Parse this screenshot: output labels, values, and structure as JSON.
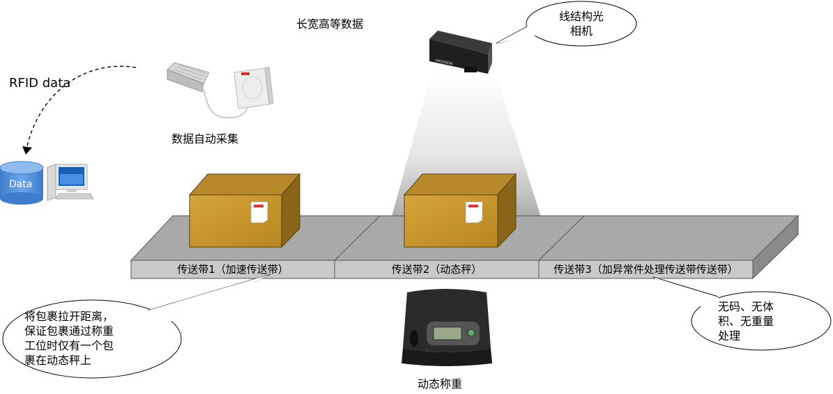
{
  "labels": {
    "top_data": "长宽高等数据",
    "rfid_data": "RFID data",
    "auto_collect": "数据自动采集",
    "db": "Data",
    "scale_caption": "动态称重",
    "camera_brand": "HIKVISION"
  },
  "belts": [
    {
      "label": "传送带1（加速传送带）"
    },
    {
      "label": "传送带2（动态秤）"
    },
    {
      "label": "传送带3（加异常件处理传送带传送带）"
    }
  ],
  "callouts": {
    "camera": "线结构光\n相机",
    "left": "将包裹拉开距离，\n保证包裹通过称重\n工位时仅有一个包\n裹在动态秤上",
    "right": "无码、无体\n积、无重量\n处理"
  },
  "colors": {
    "belt_top": "#a6a6a6",
    "belt_front": "#c8c8c8",
    "belt_side": "#8c8c8c",
    "box_front": "#c99a2e",
    "box_top": "#b88a2a",
    "box_side": "#8a6418",
    "db_blue": "#4a86d4"
  }
}
